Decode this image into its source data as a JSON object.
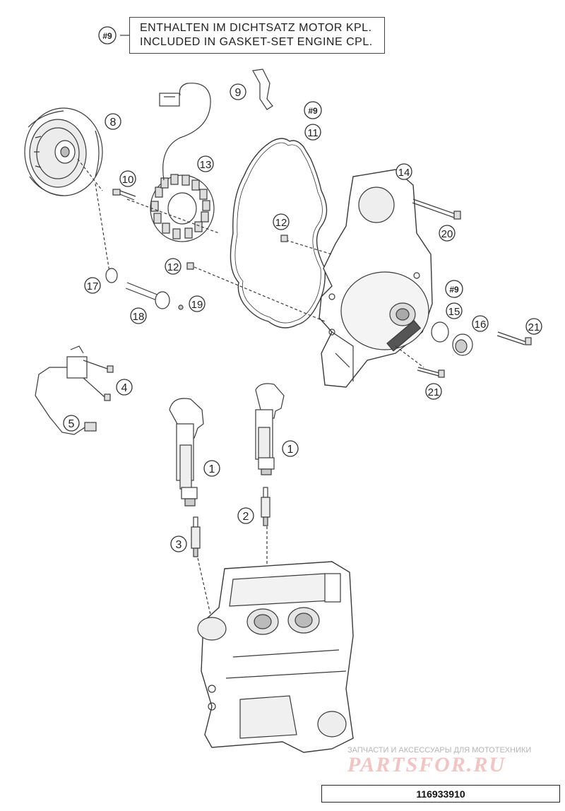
{
  "legend": {
    "marker": "#9",
    "line_de": "ENTHALTEN IM DICHTSATZ MOTOR KPL.",
    "line_en": "INCLUDED IN GASKET-SET ENGINE CPL."
  },
  "callouts": [
    {
      "id": "c1a",
      "label": "1"
    },
    {
      "id": "c1b",
      "label": "1"
    },
    {
      "id": "c2",
      "label": "2"
    },
    {
      "id": "c3",
      "label": "3"
    },
    {
      "id": "c4",
      "label": "4"
    },
    {
      "id": "c5",
      "label": "5"
    },
    {
      "id": "c8",
      "label": "8"
    },
    {
      "id": "c9",
      "label": "9"
    },
    {
      "id": "c9h_a",
      "label": "#9"
    },
    {
      "id": "c11",
      "label": "11"
    },
    {
      "id": "c10",
      "label": "10"
    },
    {
      "id": "c13",
      "label": "13"
    },
    {
      "id": "c12a",
      "label": "12"
    },
    {
      "id": "c12b",
      "label": "12"
    },
    {
      "id": "c14",
      "label": "14"
    },
    {
      "id": "c20",
      "label": "20"
    },
    {
      "id": "c9h_b",
      "label": "#9"
    },
    {
      "id": "c15",
      "label": "15"
    },
    {
      "id": "c16",
      "label": "16"
    },
    {
      "id": "c21a",
      "label": "21"
    },
    {
      "id": "c21b",
      "label": "21"
    },
    {
      "id": "c17",
      "label": "17"
    },
    {
      "id": "c18",
      "label": "18"
    },
    {
      "id": "c19",
      "label": "19"
    }
  ],
  "watermark": {
    "tagline": "ЗАПЧАСТИ И АКСЕССУАРЫ ДЛЯ МОТОТЕХНИКИ",
    "logo": "PARTSFOR.RU"
  },
  "part_number": "116933910",
  "colors": {
    "line": "#3a3a3a",
    "fill": "#ffffff",
    "shade": "#d8d8d8",
    "watermark": "#e8a0a0"
  }
}
